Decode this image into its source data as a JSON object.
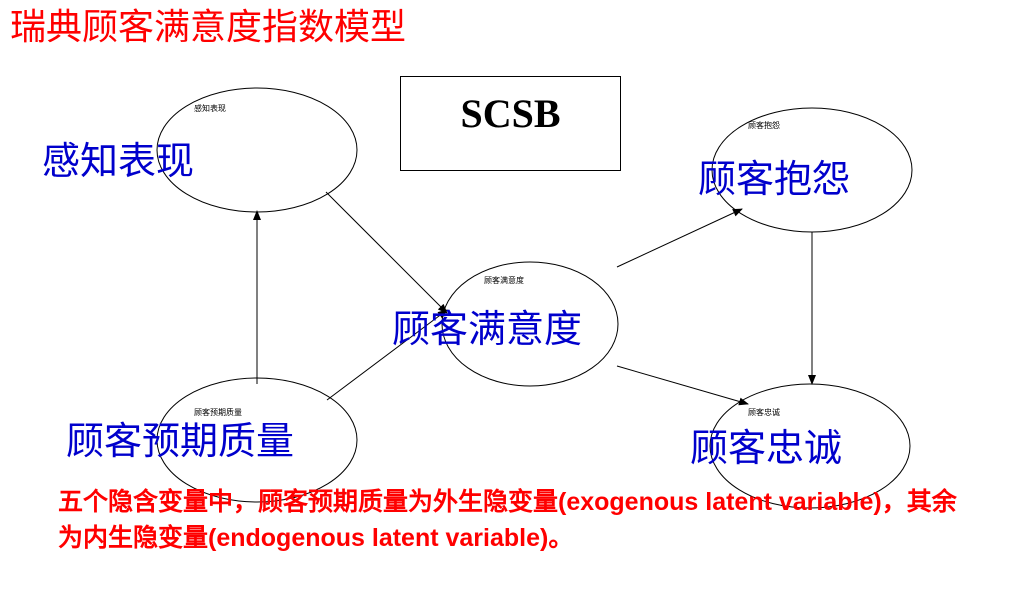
{
  "title": "瑞典顾客满意度指数模型",
  "model_box": "SCSB",
  "nodes": {
    "perceived": {
      "small_label": "感知表现",
      "label": "感知表现"
    },
    "complaints": {
      "small_label": "顾客抱怨",
      "label": "顾客抱怨"
    },
    "satisfaction": {
      "small_label": "顾客满意度",
      "label": "顾客满意度"
    },
    "expectations": {
      "small_label": "顾客预期质量",
      "label": "顾客预期质量"
    },
    "loyalty": {
      "small_label": "顾客忠诚",
      "label": "顾客忠诚"
    }
  },
  "footnote": "五个隐含变量中，顾客预期质量为外生隐变量(exogenous latent variable)，其余为内生隐变量(endogenous latent variable)。",
  "colors": {
    "title": "#ff0000",
    "node_label": "#0000cc",
    "footnote": "#ff0000",
    "line": "#000000"
  }
}
